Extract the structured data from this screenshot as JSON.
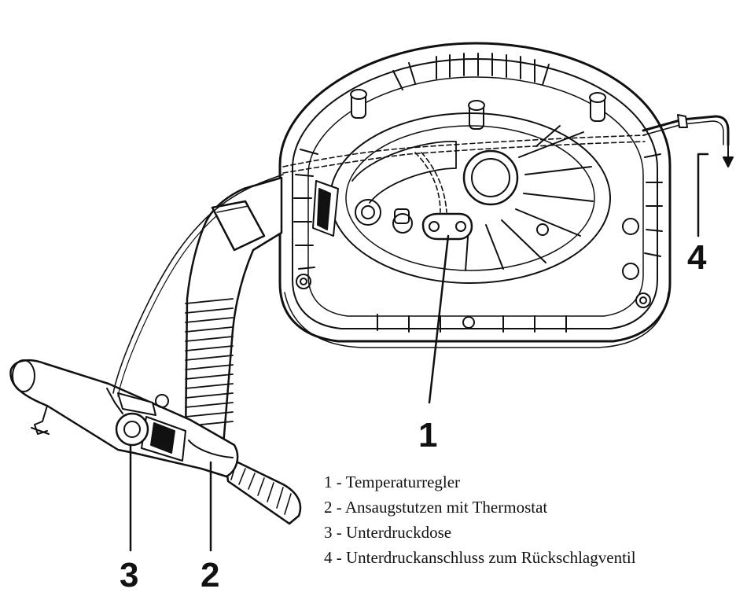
{
  "callouts": {
    "c1": "1",
    "c2": "2",
    "c3": "3",
    "c4": "4"
  },
  "legend": [
    "1 - Temperaturregler",
    "2 - Ansaugstutzen mit Thermostat",
    "3 - Unterdruckdose",
    "4 - Unterdruckanschluss zum Rückschlagventil"
  ],
  "colors": {
    "line": "#111111",
    "fill": "#ffffff"
  }
}
